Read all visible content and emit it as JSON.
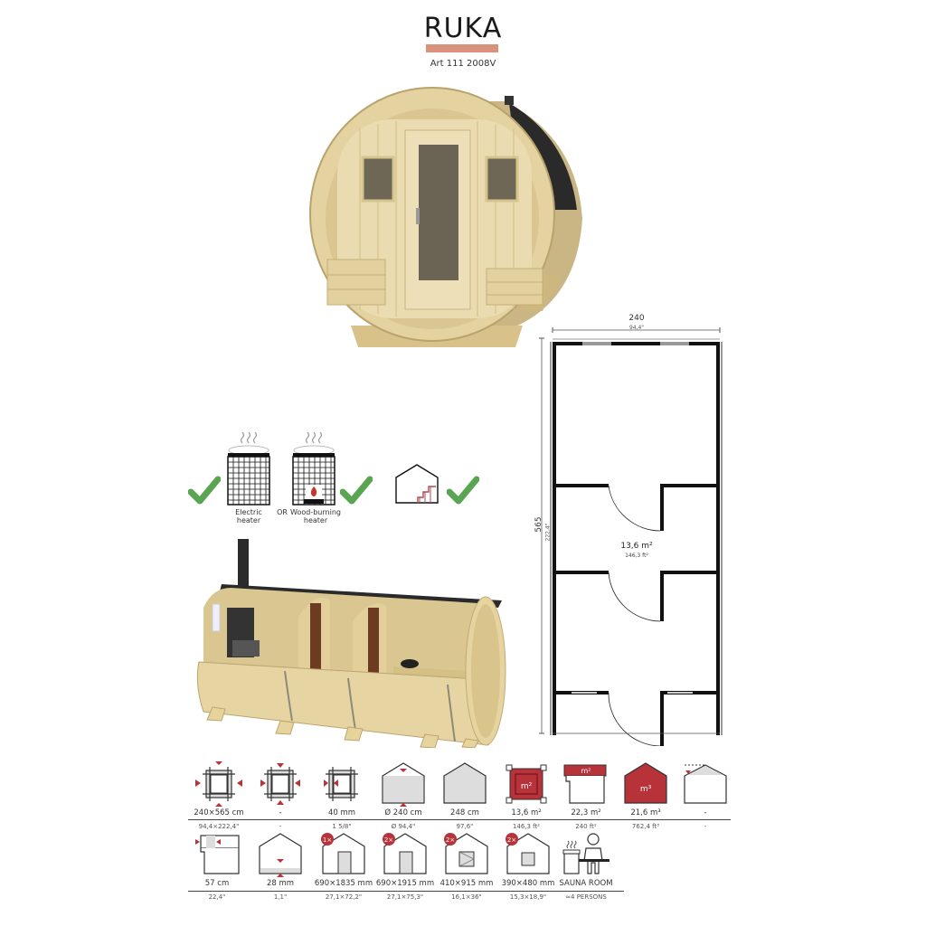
{
  "header": {
    "title": "RUKA",
    "article": "Art 111 2008V",
    "accent_color": "#d9937d"
  },
  "heater_options": {
    "electric_label_1": "Electric",
    "electric_label_2": "heater",
    "or_label": "OR",
    "wood_label_1": "Wood-burning",
    "wood_label_2": "heater",
    "check_color": "#5aa552"
  },
  "floor_plan": {
    "width_cm": "240",
    "width_in": "94,4\"",
    "length_cm": "565",
    "length_in": "222,4\"",
    "room_area": "13,6 m²",
    "room_area_ft": "146,3 ft²"
  },
  "specs_row1": [
    {
      "icon": "footprint-dimensions-icon",
      "value": "240×565 cm",
      "imperial": "94,4×222,4\""
    },
    {
      "icon": "inner-dimensions-icon",
      "value": "-",
      "imperial": "-"
    },
    {
      "icon": "wall-thickness-icon",
      "value": "40 mm",
      "imperial": "1 5/8\""
    },
    {
      "icon": "diameter-icon",
      "value": "Ø 240 cm",
      "imperial": "Ø 94,4\""
    },
    {
      "icon": "height-icon",
      "value": "248 cm",
      "imperial": "97,6\""
    },
    {
      "icon": "floor-area-icon",
      "value": "13,6 m²",
      "imperial": "146,3 ft²"
    },
    {
      "icon": "roof-area-icon",
      "value": "22,3 m²",
      "imperial": "240 ft²"
    },
    {
      "icon": "volume-icon",
      "value": "21,6 m³",
      "imperial": "762,4 ft³"
    },
    {
      "icon": "roof-pitch-icon",
      "value": "-",
      "imperial": "-"
    }
  ],
  "specs_row2": [
    {
      "icon": "roof-overhang-icon",
      "value": "57 cm",
      "imperial": "22,4\""
    },
    {
      "icon": "floor-thickness-icon",
      "value": "28 mm",
      "imperial": "1,1\""
    },
    {
      "icon": "door-icon",
      "badge": "1×",
      "value": "690×1835 mm",
      "imperial": "27,1×72,2\""
    },
    {
      "icon": "door-icon",
      "badge": "2×",
      "value": "690×1915 mm",
      "imperial": "27,1×75,3\""
    },
    {
      "icon": "opening-window-icon",
      "badge": "2×",
      "value": "410×915 mm",
      "imperial": "16,1×36\""
    },
    {
      "icon": "fixed-window-icon",
      "badge": "2×",
      "value": "390×480 mm",
      "imperial": "15,3×18,9\""
    },
    {
      "icon": "sauna-room-icon",
      "value": "SAUNA ROOM",
      "imperial": "≈4 PERSONS"
    }
  ],
  "colors": {
    "brand_red": "#b8323a",
    "wood": "#dccb98",
    "line": "#333333"
  }
}
